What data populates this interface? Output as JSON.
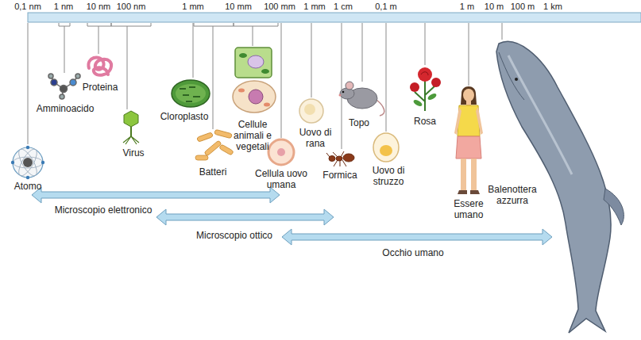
{
  "diagram": {
    "labels": [
      "0,1 nm",
      "1 nm",
      "10 nm",
      "100 nm",
      "1 mm",
      "10 mm",
      "100 mm",
      "1 mm",
      "1 cm",
      "0,1 m",
      "1 m",
      "10 m",
      "100 m",
      "1 km",
      "Atomo",
      "Amminoacido",
      "Proteina",
      "Virus",
      "Cloroplasto",
      "Batteri",
      "Cellule animali e vegetali",
      "Cellula uovo umana",
      "Uovo di rana",
      "Formica",
      "Topo",
      "Uovo di struzzo",
      "Rosa",
      "Essere umano",
      "Balenottera azzurra",
      "Microscopio elettronico",
      "Microscopio ottico",
      "Occhio umano"
    ]
  }
}
